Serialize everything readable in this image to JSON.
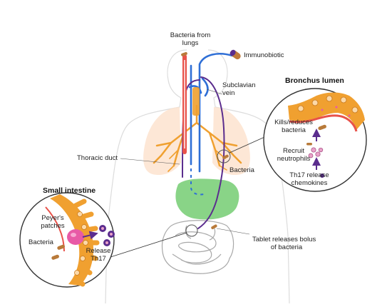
{
  "labels": {
    "bacteria_from_lungs_1": "Bacteria from",
    "bacteria_from_lungs_2": "lungs",
    "immunobiotic": "Immunobiotic",
    "subclavian_vein_1": "Subclavian",
    "subclavian_vein_2": "vein",
    "thoracic_duct": "Thoracic duct",
    "bacteria_lung": "Bacteria",
    "tablet_1": "Tablet releases bolus",
    "tablet_2": "of bacteria"
  },
  "bronchus": {
    "title": "Bronchus lumen",
    "kills_1": "Kills/reduces",
    "kills_2": "bacteria",
    "recruit_1": "Recruit",
    "recruit_2": "neutrophils",
    "th17_1": "Th17 release",
    "th17_2": "chemokines"
  },
  "intestine": {
    "title": "Small intestine",
    "peyers_1": "Peyer's",
    "peyers_2": "patches",
    "bacteria": "Bacteria",
    "release_1": "Release",
    "release_2": "Th17"
  },
  "colors": {
    "lymph": "#5b2d8e",
    "blood": "#2f6fd6",
    "tissue": "#f0a030",
    "stomach": "#7ccf7a",
    "bacteria": "#b87a3a",
    "peyers": "#e85aa6"
  }
}
